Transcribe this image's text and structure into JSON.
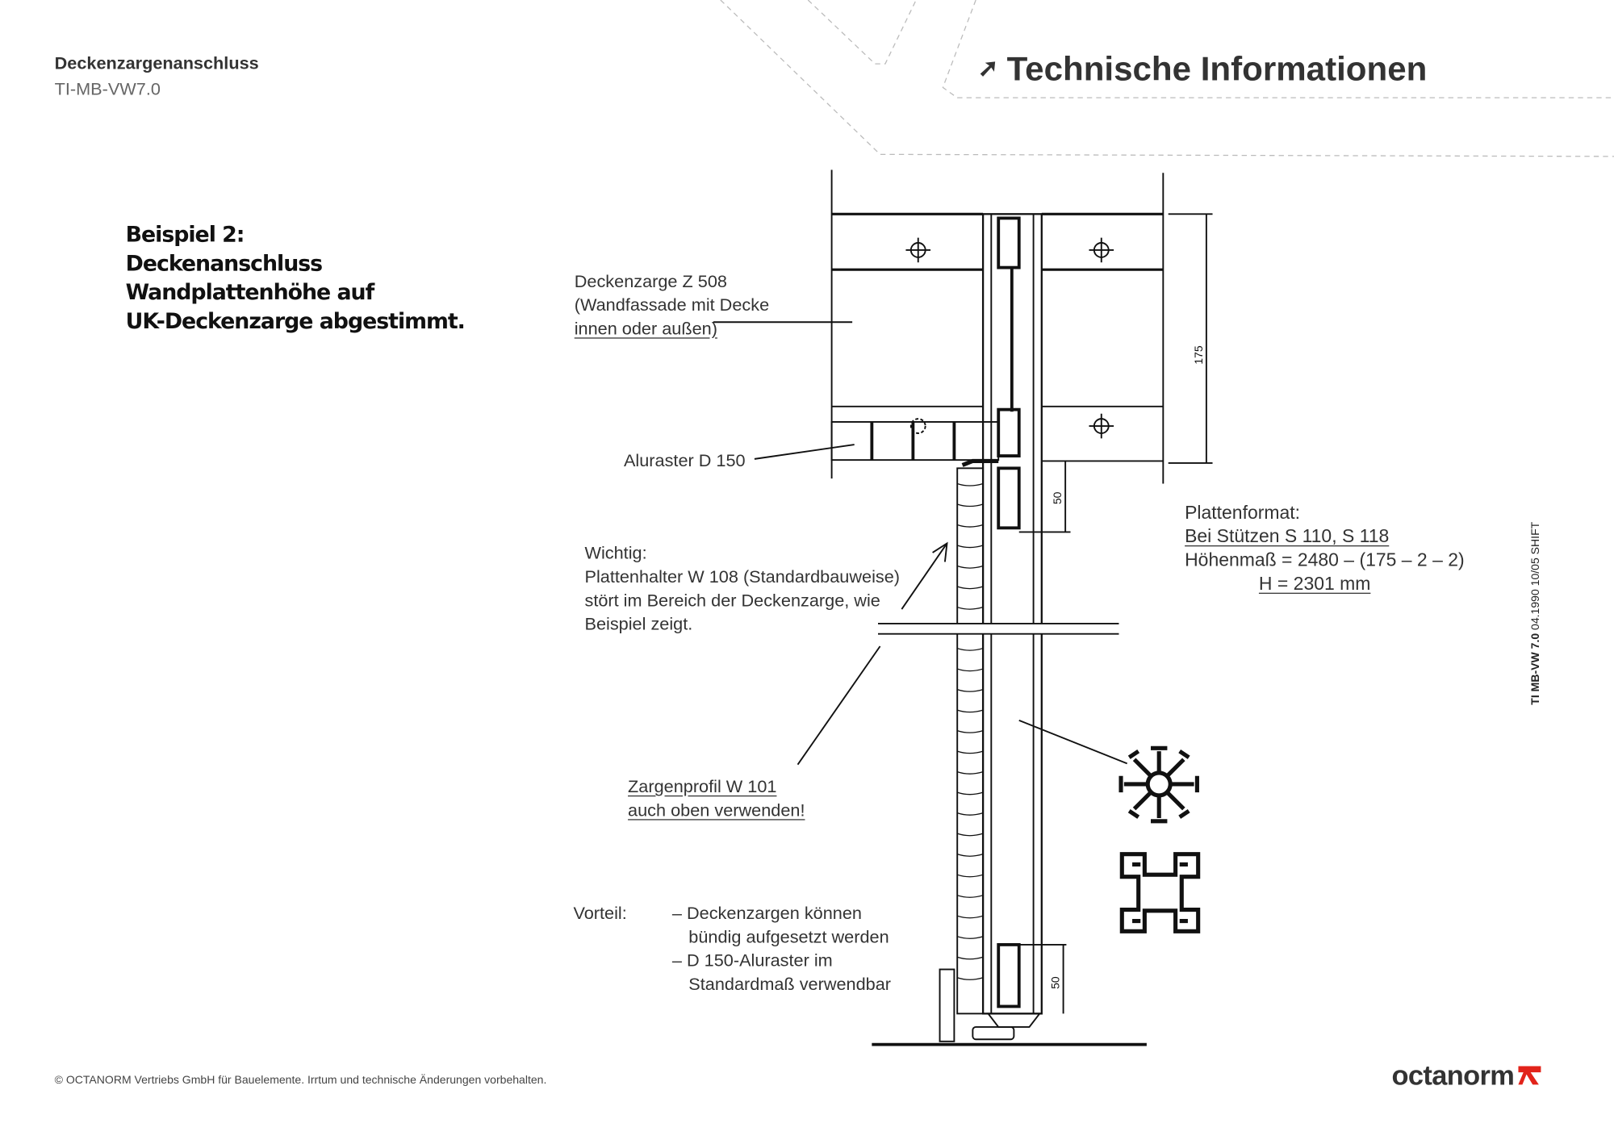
{
  "header": {
    "title": "Deckenzargenanschluss",
    "code": "TI-MB-VW7.0",
    "section_title": "Technische Informationen"
  },
  "example": {
    "lines": [
      "Beispiel 2:",
      "Deckenanschluss",
      "Wandplattenhöhe auf",
      "UK-Deckenzarge abgestimmt."
    ]
  },
  "labels": {
    "deckenzarge": [
      "Deckenzarge Z 508",
      "(Wandfassade mit Decke",
      "innen oder außen)"
    ],
    "aluraster": "Aluraster D 150",
    "wichtig": [
      "Wichtig:",
      "Plattenhalter W 108 (Standardbauweise)",
      "stört im Bereich der Deckenzarge, wie",
      "Beispiel zeigt."
    ],
    "zargenprofil": [
      "Zargenprofil W 101",
      "auch oben verwenden!"
    ],
    "vorteil_label": "Vorteil:",
    "vorteil": [
      "– Deckenzargen können",
      "bündig aufgesetzt werden",
      "– D 150-Aluraster im",
      "Standardmaß verwendbar"
    ],
    "plattenformat": [
      "Plattenformat:",
      "Bei Stützen S 110, S 118",
      "Höhenmaß = 2480 – (175 – 2 – 2)",
      "H = 2301 mm"
    ]
  },
  "dimensions": {
    "d175": "175",
    "d50_top": "50",
    "d50_bottom": "50"
  },
  "side_code": {
    "bold": "TI MB-VW 7.0",
    "rest": "04.1990 10/05 SHIFT"
  },
  "footer": {
    "copyright": "© OCTANORM Vertriebs GmbH für Bauelemente. Irrtum und technische Änderungen vorbehalten."
  },
  "brand": {
    "name": "octanorm",
    "accent": "#e2231a"
  }
}
